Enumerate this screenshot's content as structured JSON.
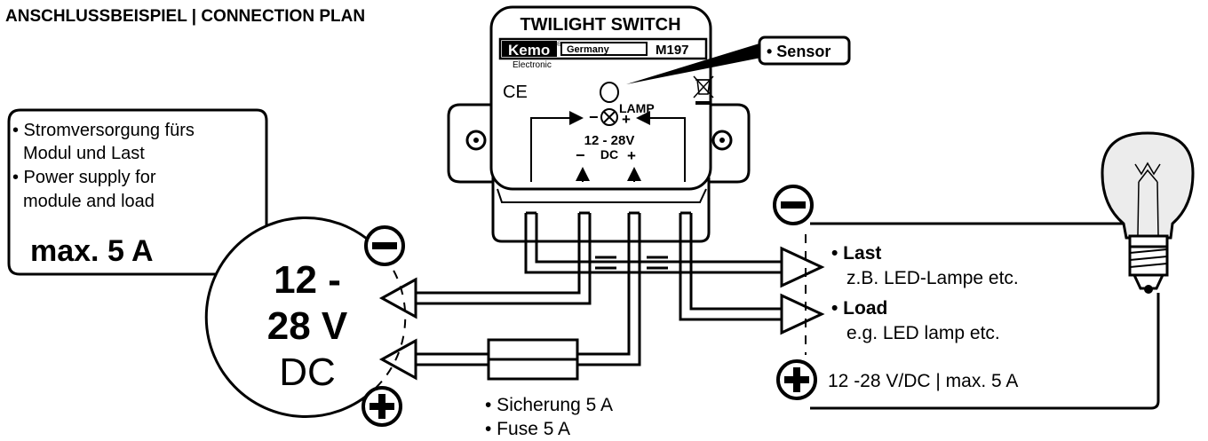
{
  "heading": "ANSCHLUSSBEISPIEL | CONNECTION PLAN",
  "module": {
    "title": "TWILIGHT SWITCH",
    "brand": "Kemo",
    "brand_mark": "®",
    "country": "Germany",
    "model": "M197",
    "brand_sub": "Electronic",
    "ce_mark": "CE",
    "lamp_label": "LAMP",
    "lamp_minus": "−",
    "lamp_plus": "+",
    "supply_label": "12 - 28V",
    "dc_label": "DC",
    "dc_minus": "−",
    "dc_plus": "+"
  },
  "sensor_label": "• Sensor",
  "power_note": {
    "line1": "• Stromversorgung fürs",
    "line2": "Modul und Last",
    "line3": "• Power supply for",
    "line4": "module and load",
    "max": "max. 5 A"
  },
  "supply": {
    "line1": "12 -",
    "line2": "28 V",
    "line3": "DC"
  },
  "fuse": {
    "line1": "• Sicherung 5 A",
    "line2": "• Fuse 5 A"
  },
  "load": {
    "line1": "• Last",
    "line2": "z.B. LED-Lampe etc.",
    "line3": "• Load",
    "line4": "e.g. LED lamp etc.",
    "rating": "12 -28 V/DC | max. 5 A"
  },
  "colors": {
    "ink": "#000000",
    "paper": "#ffffff",
    "lamp_fill": "#ececec"
  }
}
